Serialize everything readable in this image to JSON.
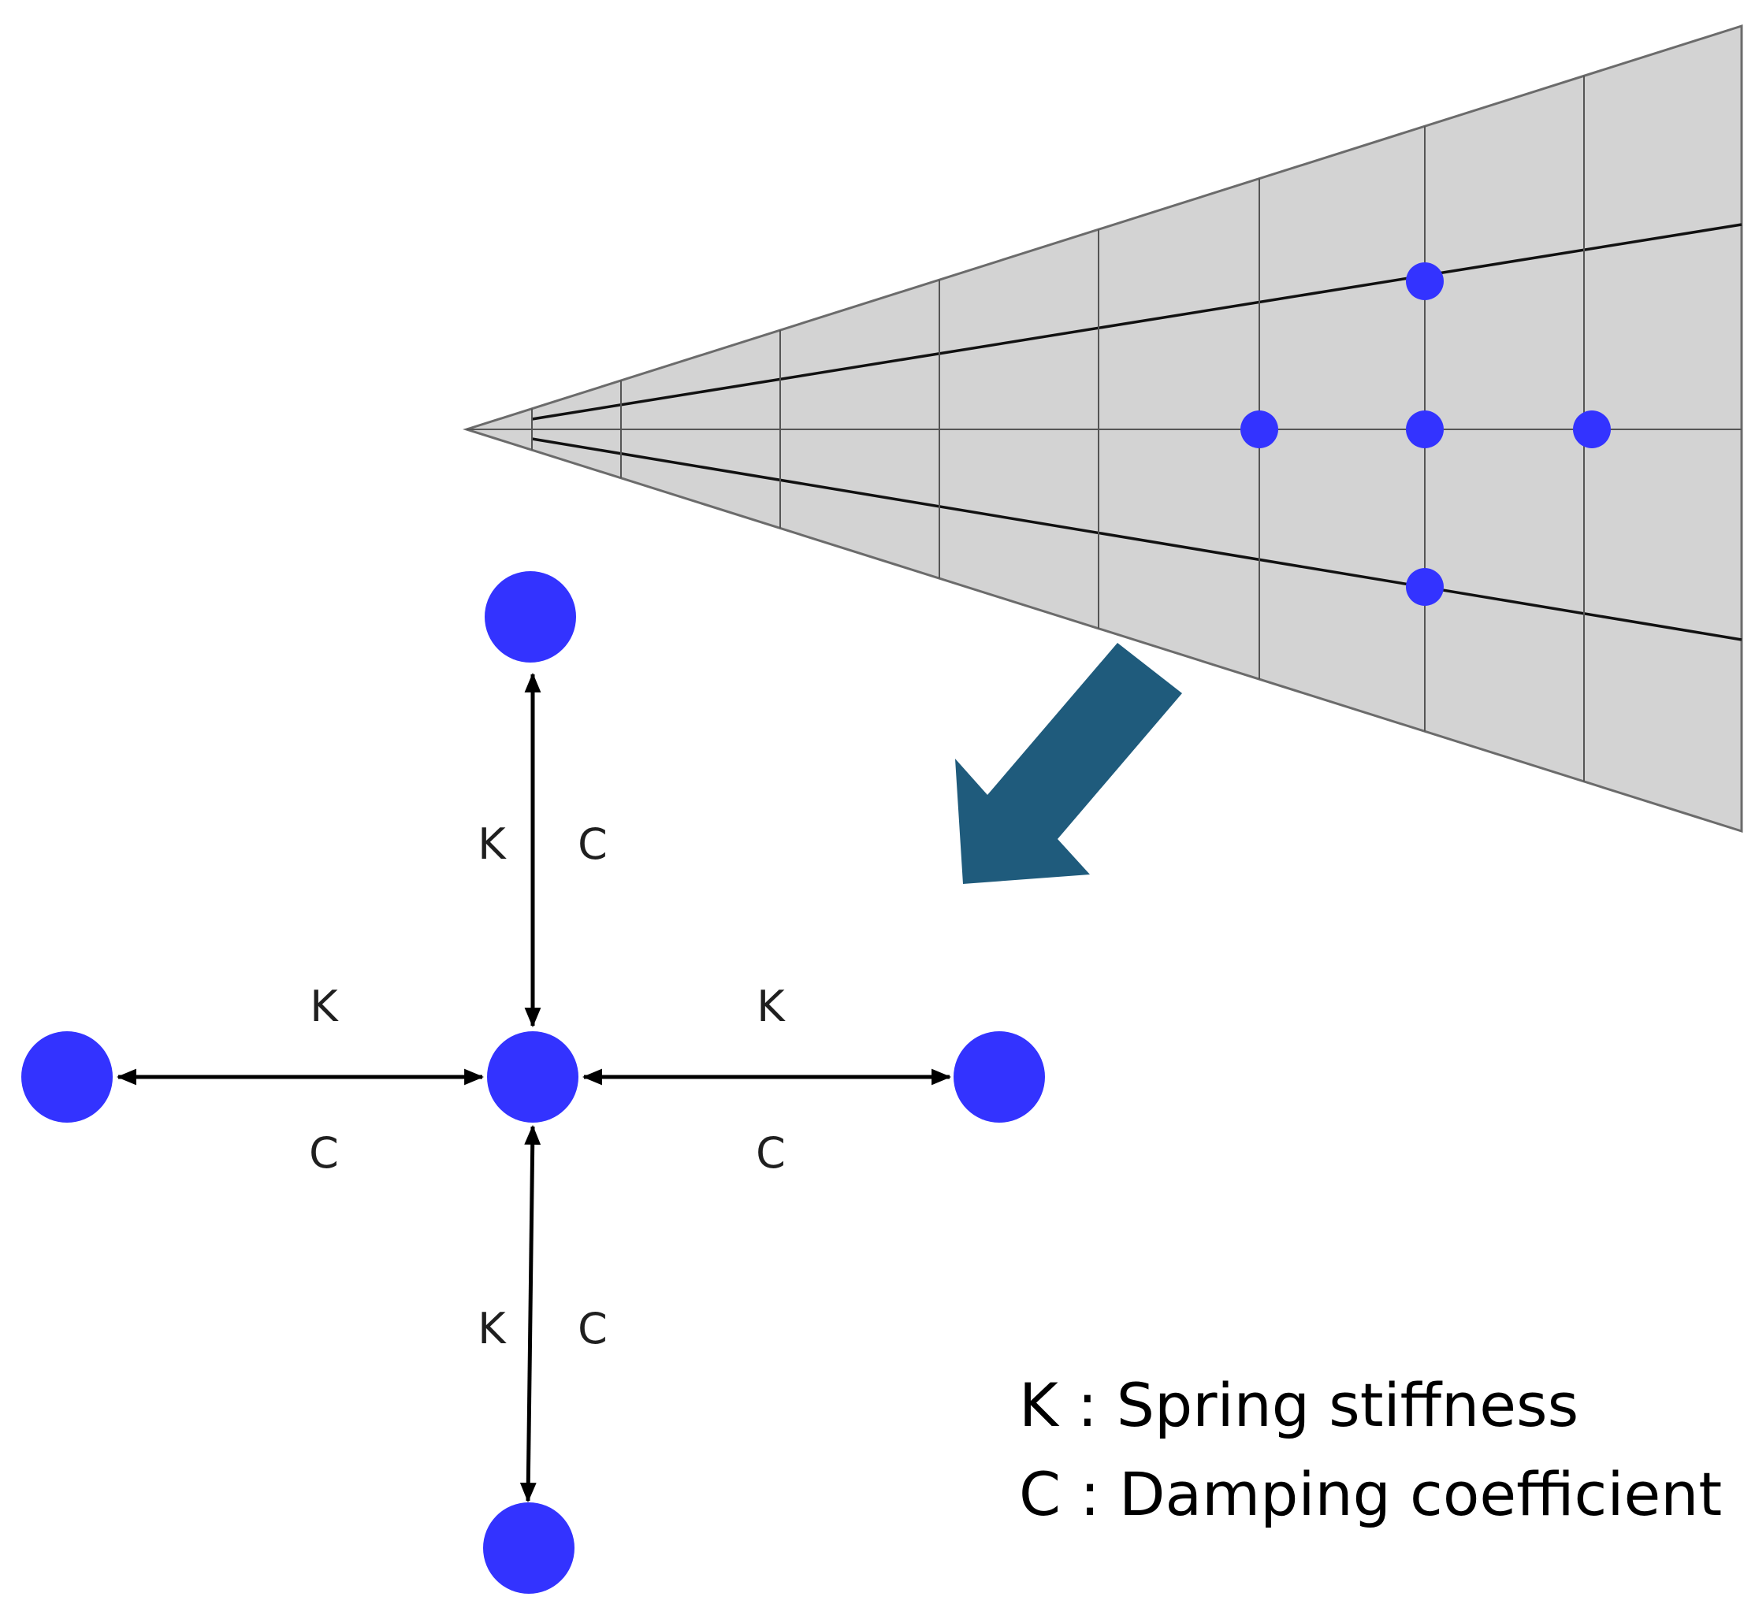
{
  "colors": {
    "node": "#3333ff",
    "mesh_fill": "#d3d3d3",
    "mesh_outline": "#6b6b6b",
    "arrow": "#1f5b7c",
    "link": "#000000"
  },
  "icons": {
    "transition_arrow": "thick-diagonal-arrow-icon"
  },
  "links": {
    "top": {
      "k": "K",
      "c": "C"
    },
    "bottom": {
      "k": "K",
      "c": "C"
    },
    "left": {
      "k": "K",
      "c": "C"
    },
    "right": {
      "k": "K",
      "c": "C"
    }
  },
  "legend": {
    "k_line": "K : Spring stiffness",
    "c_line": "C : Damping coefficient"
  }
}
